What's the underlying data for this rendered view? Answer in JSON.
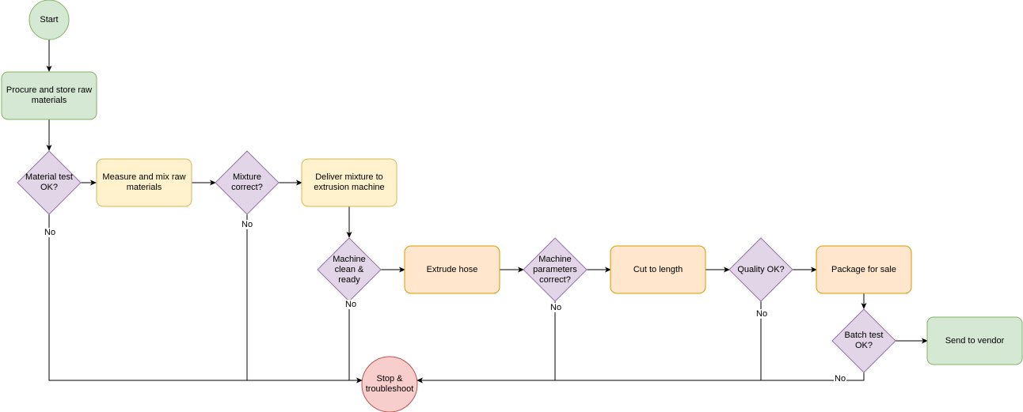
{
  "colors": {
    "green_fill": "#d5e8d4",
    "green_stroke": "#82b366",
    "yellow_fill": "#fff2cc",
    "yellow_stroke": "#d6b656",
    "orange_fill": "#ffe6cc",
    "orange_stroke": "#d79b00",
    "purple_fill": "#e1d5e7",
    "purple_stroke": "#9673a6",
    "red_fill": "#f8cecc",
    "red_stroke": "#b85450"
  },
  "nodes": {
    "start": "Start",
    "procure": "Procure and store raw materials",
    "material_test": "Material test OK?",
    "measure_mix": "Measure and mix raw materials",
    "mixture_correct": "Mixture correct?",
    "deliver": "Deliver mixture to extrusion machine",
    "machine_clean": "Machine clean & ready",
    "extrude": "Extrude hose",
    "machine_params": "Machine parameters correct?",
    "cut": "Cut to length",
    "quality": "Quality OK?",
    "package": "Package for sale",
    "batch_test": "Batch test OK?",
    "send_vendor": "Send to vendor",
    "stop": "Stop & troubleshoot"
  },
  "edge_labels": {
    "no_material": "No",
    "no_mixture": "No",
    "no_machine_clean": "No",
    "no_machine_params": "No",
    "no_quality": "No",
    "no_batch": "No"
  }
}
